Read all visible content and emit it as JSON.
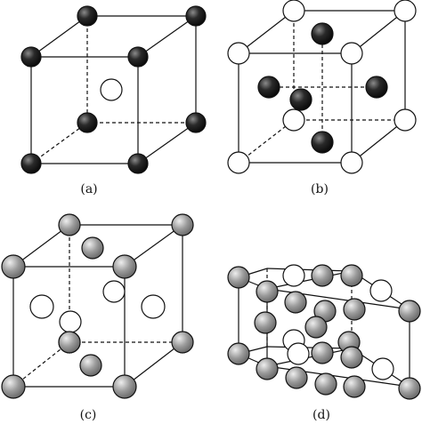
{
  "panels": [
    {
      "id": "a",
      "label": "(a)"
    },
    {
      "id": "b",
      "label": "(b)"
    },
    {
      "id": "c",
      "label": "(c)"
    },
    {
      "id": "d",
      "label": "(d)"
    }
  ],
  "colors": {
    "line": "#111111",
    "dark_atom": "#1c1c1c",
    "dark_atom_highlight": "#8a8a8a",
    "grey_atom": "#9a9a9a",
    "grey_atom_highlight": "#e8e8e8",
    "white_atom": "#ffffff"
  }
}
